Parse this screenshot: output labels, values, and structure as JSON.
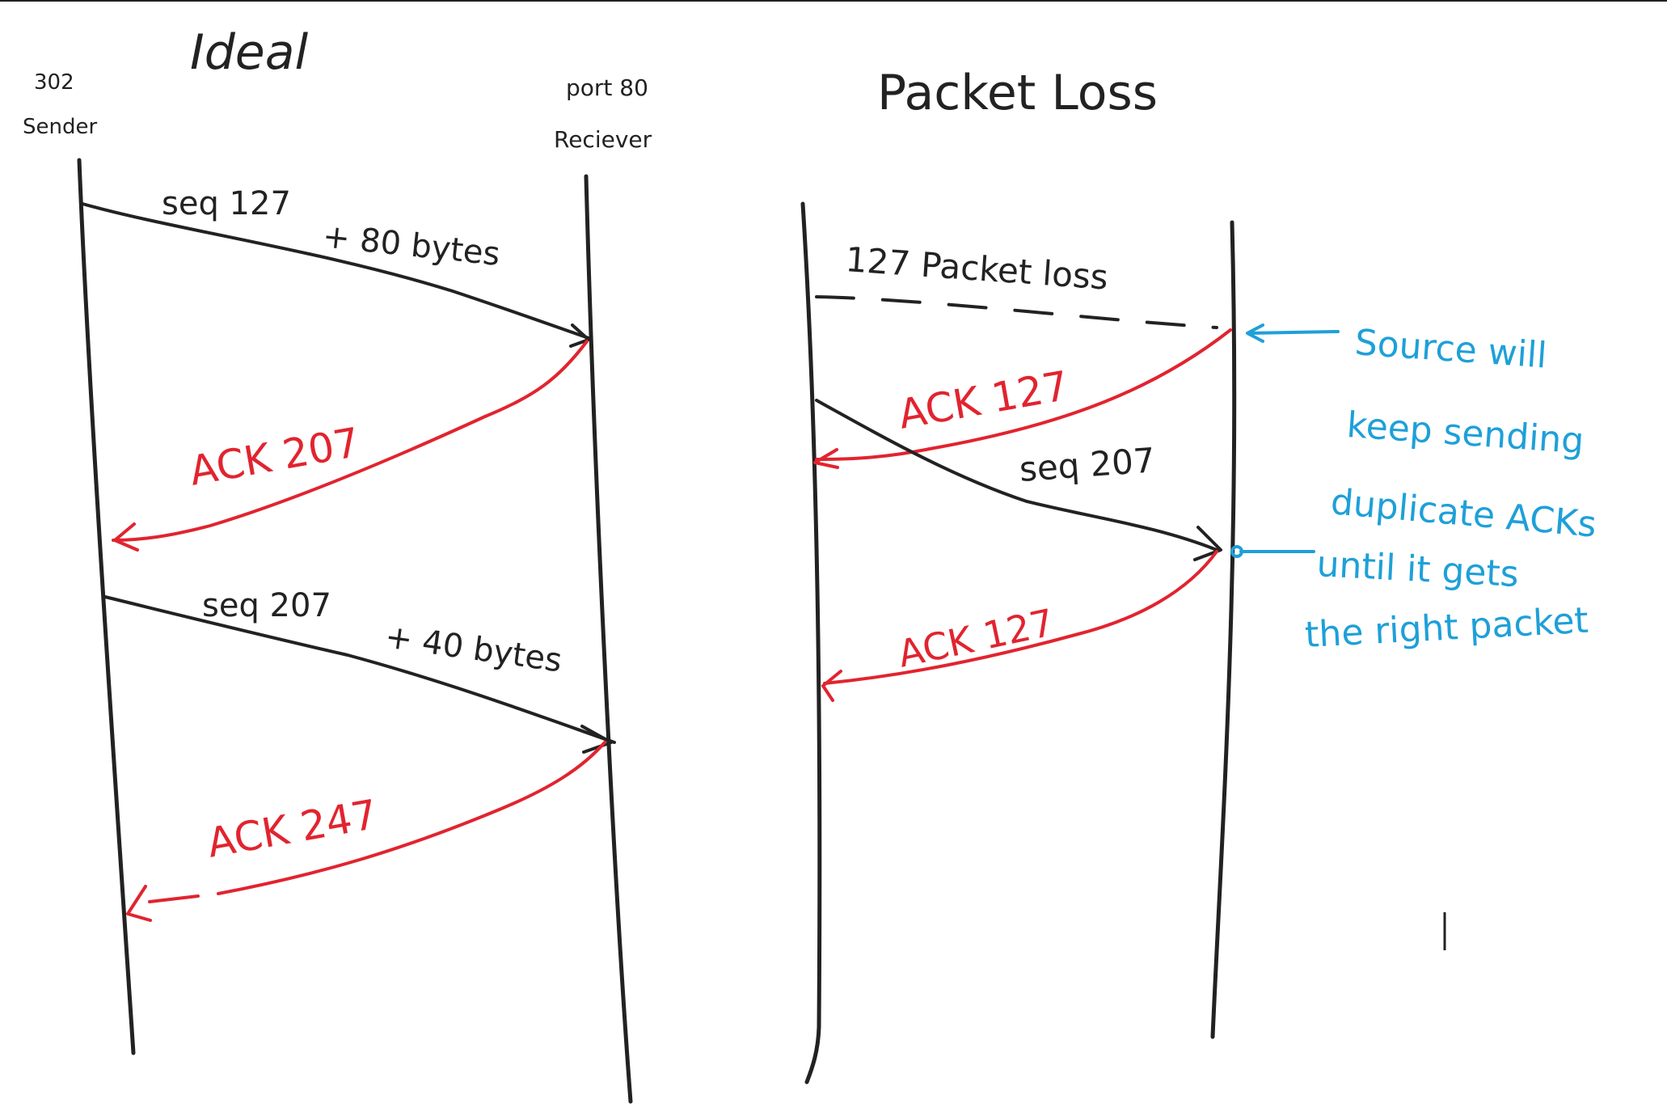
{
  "colors": {
    "ink": "#222222",
    "ack": "#e1242f",
    "note": "#1ea0d8"
  },
  "ideal": {
    "title": "Ideal",
    "sender_line1": "302",
    "sender_line2": "Sender",
    "receiver_line1": "port 80",
    "receiver_line2": "Reciever",
    "msg1_seq": "seq 127",
    "msg1_size": "+ 80 bytes",
    "ack1": "ACK 207",
    "msg2_seq": "seq 207",
    "msg2_size": "+ 40 bytes",
    "ack2": "ACK 247"
  },
  "loss": {
    "title": "Packet Loss",
    "lost_label": "127 Packet loss",
    "ack1": "ACK 127",
    "seq": "seq 207",
    "ack2": "ACK 127",
    "note_lines": [
      "Source will",
      "keep sending",
      "duplicate ACKs",
      "until it gets",
      "the right packet"
    ]
  }
}
